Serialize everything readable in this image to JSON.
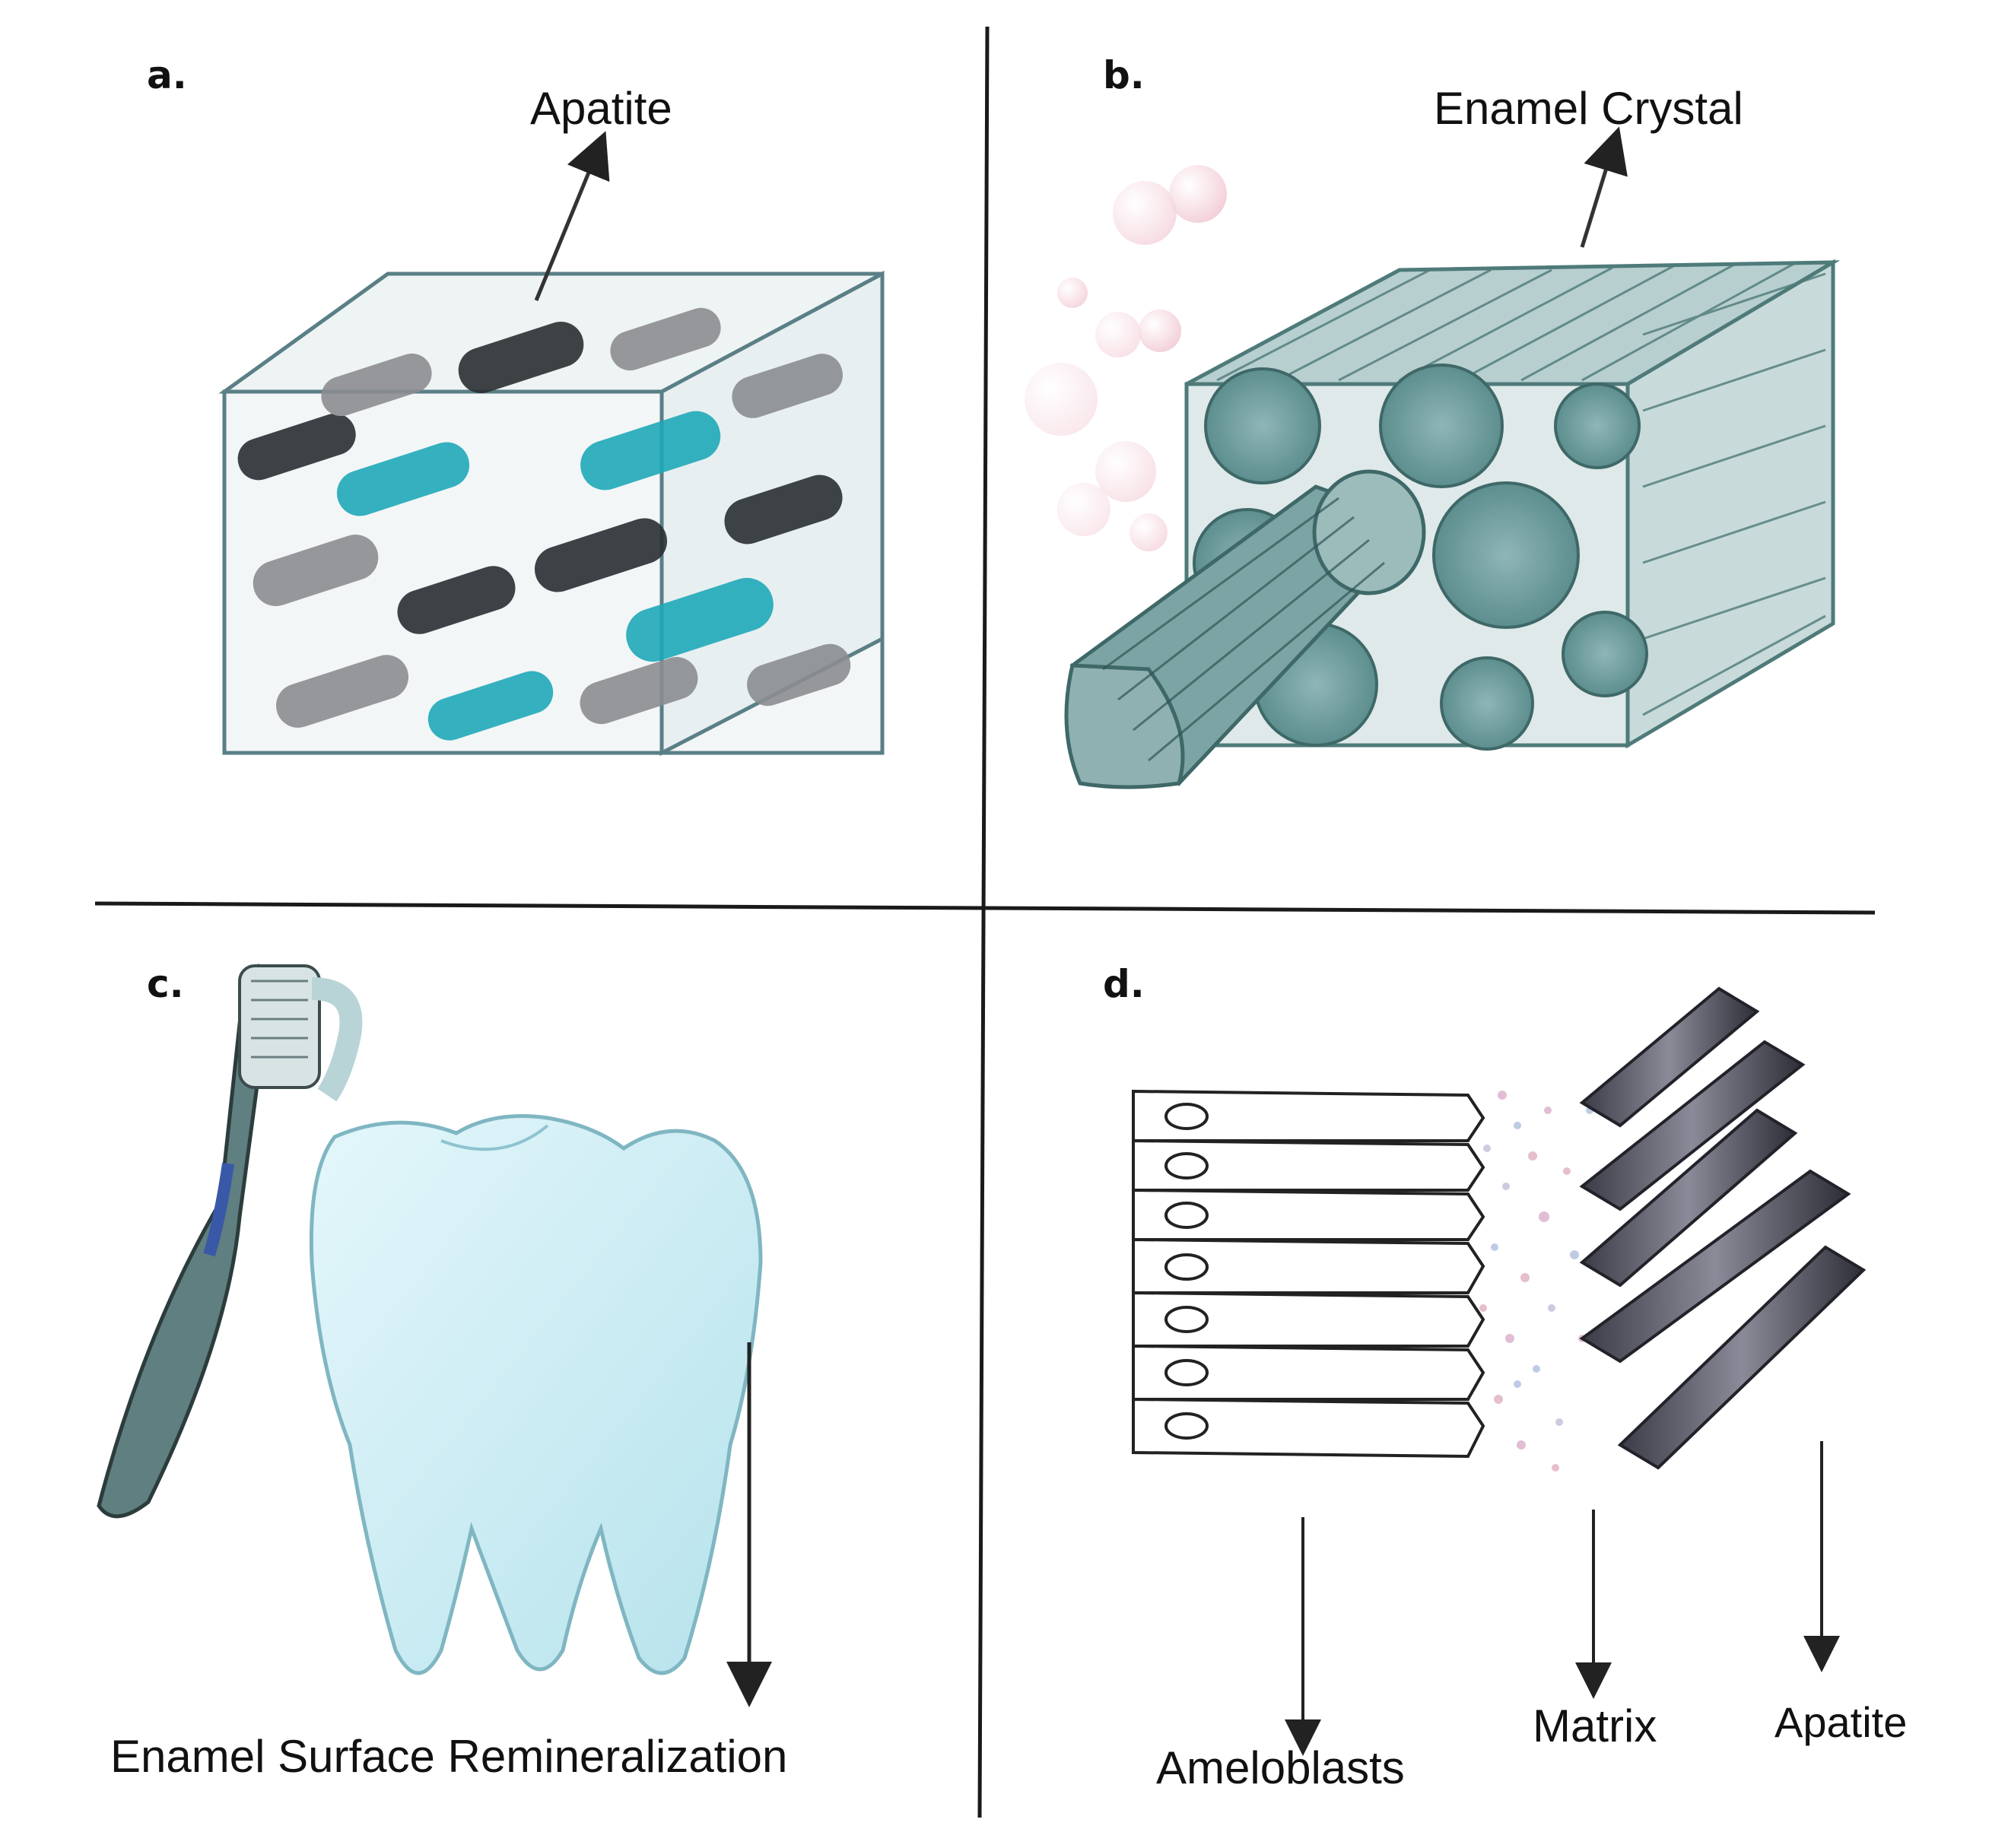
{
  "panels": {
    "a": {
      "letter": "a.",
      "label": "Apatite"
    },
    "b": {
      "letter": "b.",
      "label": "Enamel Crystal"
    },
    "c": {
      "letter": "c.",
      "caption": "Enamel Surface Remineralization"
    },
    "d": {
      "letter": "d.",
      "ameloblasts": "Ameloblasts",
      "matrix": "Matrix",
      "apatite": "Apatite"
    }
  },
  "colors": {
    "line": "#1a1a1a",
    "teal_accent": "#1fa9b8",
    "crystal_gray": "#7d7f82",
    "enamel_teal": "#5f8f8f",
    "tooth_blue": "#cfeef4",
    "rod_dark": "#4a4a58",
    "bubble_pink": "#f2c8d2"
  },
  "icons": {
    "toothbrush": "toothbrush-icon",
    "tooth": "molar-tooth-icon"
  }
}
